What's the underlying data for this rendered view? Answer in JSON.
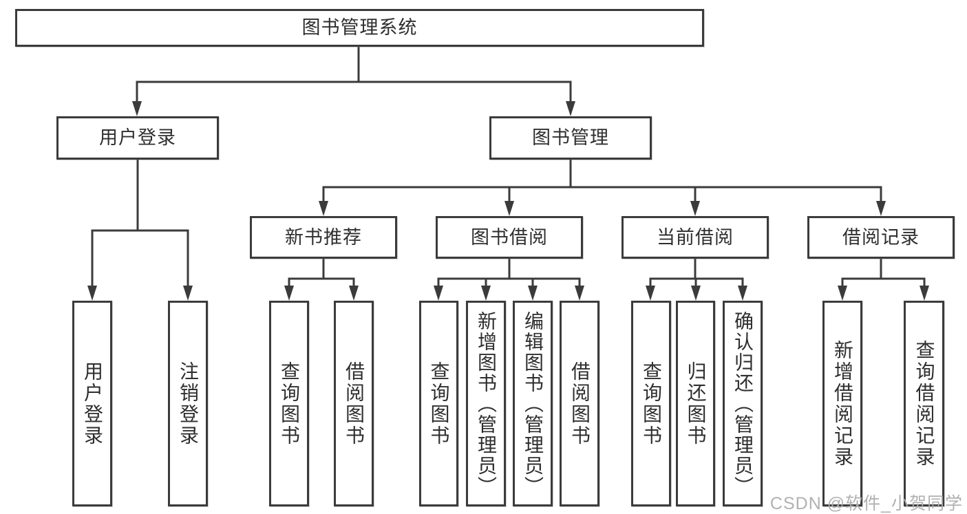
{
  "diagram_type": "hierarchy-tree",
  "tree": {
    "label": "图书管理系统",
    "children": [
      {
        "label": "用户登录",
        "children": [
          {
            "label": "用户登录"
          },
          {
            "label": "注销登录"
          }
        ]
      },
      {
        "label": "图书管理",
        "children": [
          {
            "label": "新书推荐",
            "children": [
              {
                "label": "查询图书"
              },
              {
                "label": "借阅图书"
              }
            ]
          },
          {
            "label": "图书借阅",
            "children": [
              {
                "label": "查询图书"
              },
              {
                "label": "新增图书（管理员）"
              },
              {
                "label": "编辑图书（管理员）"
              },
              {
                "label": "借阅图书"
              }
            ]
          },
          {
            "label": "当前借阅",
            "children": [
              {
                "label": "查询图书"
              },
              {
                "label": "归还图书"
              },
              {
                "label": "确认归还（管理员）"
              }
            ]
          },
          {
            "label": "借阅记录",
            "children": [
              {
                "label": "新增借阅记录"
              },
              {
                "label": "查询借阅记录"
              }
            ]
          }
        ]
      }
    ]
  },
  "watermark": {
    "text": "CSDN @软件_小贺同学"
  },
  "colors": {
    "background": "#ffffff",
    "line": "#3b3b3b",
    "text": "#2e2e2e",
    "watermark": "#adadad"
  }
}
